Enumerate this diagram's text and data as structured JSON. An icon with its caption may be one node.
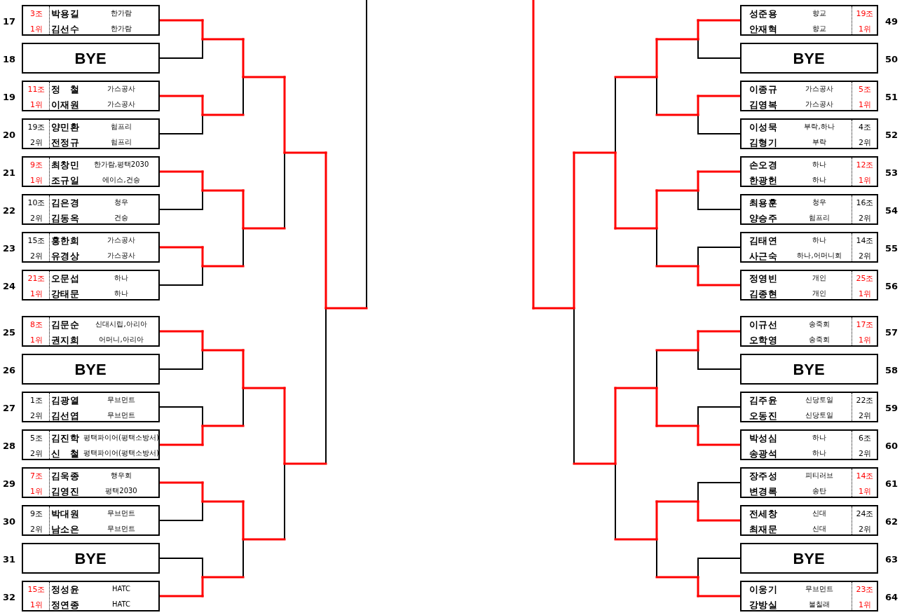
{
  "diagram": {
    "nodes": [
      {
        "text": [
          "3조",
          "1위",
          "박용길",
          "한가람",
          "김선수",
          "한가람"
        ],
        "beside": [
          "17"
        ]
      },
      {
        "text": [
          "BYE"
        ],
        "beside": [
          "18"
        ]
      },
      {
        "text": [
          "11조",
          "1위",
          "정　철",
          "가스공사",
          "이재원",
          "가스공사"
        ],
        "beside": [
          "19"
        ]
      },
      {
        "text": [
          "19조",
          "2위",
          "양민환",
          "험프리",
          "전정규",
          "험프리"
        ],
        "beside": [
          "20"
        ]
      },
      {
        "text": [
          "9조",
          "1위",
          "최창민",
          "한가람,평택2030",
          "조규일",
          "에이스,건승"
        ],
        "beside": [
          "21"
        ]
      },
      {
        "text": [
          "10조",
          "2위",
          "김은경",
          "청우",
          "김동옥",
          "건승"
        ],
        "beside": [
          "22"
        ]
      },
      {
        "text": [
          "15조",
          "2위",
          "홍한희",
          "가스공사",
          "유경상",
          "가스공사"
        ],
        "beside": [
          "23"
        ]
      },
      {
        "text": [
          "21조",
          "1위",
          "오문섭",
          "하나",
          "강태문",
          "하나"
        ],
        "beside": [
          "24"
        ]
      },
      {
        "text": [
          "8조",
          "1위",
          "김문순",
          "신대시립,아리아",
          "권지희",
          "어머니,아리아"
        ],
        "beside": [
          "25"
        ]
      },
      {
        "text": [
          "BYE"
        ],
        "beside": [
          "26"
        ]
      },
      {
        "text": [
          "1조",
          "2위",
          "김광열",
          "무브먼트",
          "김선엽",
          "무브먼트"
        ],
        "beside": [
          "27"
        ]
      },
      {
        "text": [
          "5조",
          "2위",
          "김진학",
          "평택파이어(평택소방서)",
          "신　철",
          "평택파이어(평택소방서)"
        ],
        "beside": [
          "28"
        ]
      },
      {
        "text": [
          "7조",
          "1위",
          "김욱종",
          "행우회",
          "김영진",
          "평택2030"
        ],
        "beside": [
          "29"
        ]
      },
      {
        "text": [
          "9조",
          "2위",
          "박대원",
          "무브먼트",
          "남소은",
          "무브먼트"
        ],
        "beside": [
          "30"
        ]
      },
      {
        "text": [
          "BYE"
        ],
        "beside": [
          "31"
        ]
      },
      {
        "text": [
          "15조",
          "1위",
          "정성윤",
          "HATC",
          "정연종",
          "HATC"
        ],
        "beside": [
          "32"
        ]
      },
      {
        "text": [
          "성준용",
          "향교",
          "안재혁",
          "향교",
          "19조",
          "1위"
        ],
        "beside": [
          "49"
        ]
      },
      {
        "text": [
          "BYE"
        ],
        "beside": [
          "50"
        ]
      },
      {
        "text": [
          "이종규",
          "가스공사",
          "김영복",
          "가스공사",
          "5조",
          "1위"
        ],
        "beside": [
          "51"
        ]
      },
      {
        "text": [
          "이성묵",
          "부락,하나",
          "김형기",
          "부락",
          "4조",
          "2위"
        ],
        "beside": [
          "52"
        ]
      },
      {
        "text": [
          "손오경",
          "하나",
          "한광헌",
          "하나",
          "12조",
          "1위"
        ],
        "beside": [
          "53"
        ]
      },
      {
        "text": [
          "최용훈",
          "청우",
          "양승주",
          "험프리",
          "16조",
          "2위"
        ],
        "beside": [
          "54"
        ]
      },
      {
        "text": [
          "김태연",
          "하나",
          "사근숙",
          "하나,어머니회",
          "14조",
          "2위"
        ],
        "beside": [
          "55"
        ]
      },
      {
        "text": [
          "정영빈",
          "개인",
          "김종현",
          "개인",
          "25조",
          "1위"
        ],
        "beside": [
          "56"
        ]
      },
      {
        "text": [
          "이규선",
          "송죽회",
          "오학영",
          "송죽회",
          "17조",
          "1위"
        ],
        "beside": [
          "57"
        ]
      },
      {
        "text": [
          "BYE"
        ],
        "beside": [
          "58"
        ]
      },
      {
        "text": [
          "김주윤",
          "신당토일",
          "오동진",
          "신당토일",
          "22조",
          "2위"
        ],
        "beside": [
          "59"
        ]
      },
      {
        "text": [
          "박성심",
          "하나",
          "송광석",
          "하나",
          "6조",
          "2위"
        ],
        "beside": [
          "60"
        ]
      },
      {
        "text": [
          "장주성",
          "피티러브",
          "변경록",
          "송탄",
          "14조",
          "1위"
        ],
        "beside": [
          "61"
        ]
      },
      {
        "text": [
          "전세창",
          "신대",
          "최재문",
          "신대",
          "24조",
          "2위"
        ],
        "beside": [
          "62"
        ]
      },
      {
        "text": [
          "BYE"
        ],
        "beside": [
          "63"
        ]
      },
      {
        "text": [
          "이웅기",
          "무브먼트",
          "강방실",
          "불칠래",
          "23조",
          "1위"
        ],
        "beside": [
          "64"
        ]
      }
    ]
  }
}
